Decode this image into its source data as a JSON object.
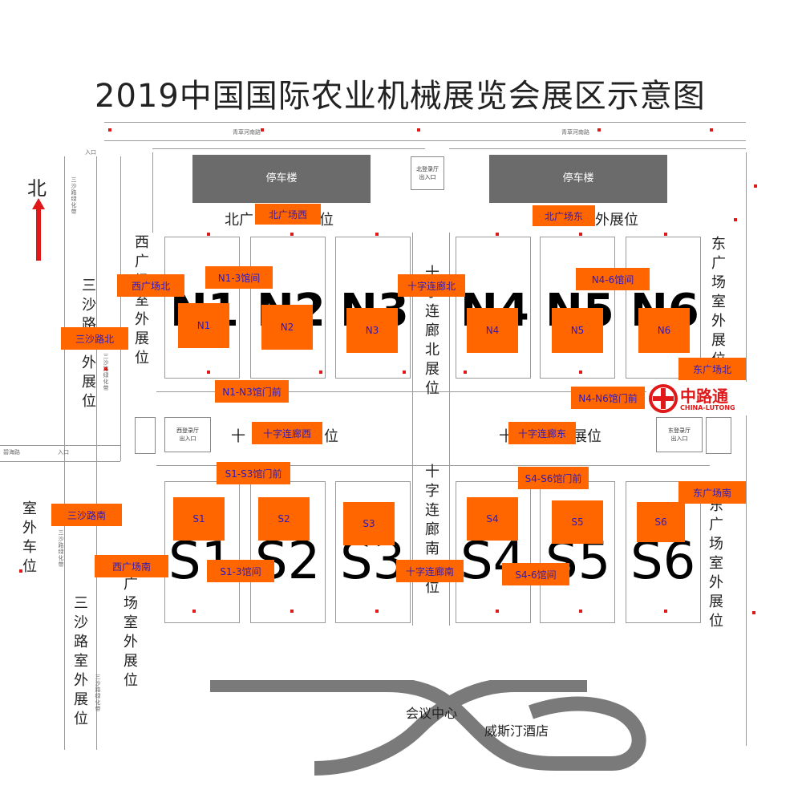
{
  "title": "2019中国国际农业机械展览会展区示意图",
  "compass": {
    "label": "北",
    "arrow_color": "#e01818"
  },
  "roads": {
    "top": "青草河南路",
    "top_right": "青草河南路",
    "left_road": "三沙路绿化带",
    "left_road_lower": "三沙路绿化带",
    "left_road_bottom": "三沙路绿化带",
    "west_road": "碧海路",
    "entrance_top": "入口",
    "entrance_mid": "入口"
  },
  "parking": {
    "left": "停车楼",
    "right": "停车楼"
  },
  "north_gate": {
    "line1": "北登录厅",
    "line2": "出入口"
  },
  "west_gate": {
    "line1": "西登录厅",
    "line2": "出入口"
  },
  "east_gate": {
    "line1": "东登录厅",
    "line2": "出入口"
  },
  "areas": {
    "north_outdoor_left": "北广",
    "north_outdoor_left_tail": "位",
    "north_outdoor_right_tail": "外展位",
    "west_plaza": "西广场室外展位",
    "east_plaza": "东广场室外展位",
    "cross_corridor_north": "十字连廊北展位",
    "cross_corridor_west": "十",
    "cross_corridor_west_tail": "位",
    "cross_corridor_east_tail": "展位",
    "cross_corridor_east_head": "十",
    "cross_corridor_south": "十字连廊南展位",
    "sansha_outdoor": "三沙路室外展位",
    "outdoor_car": "室外车位",
    "sansha_outdoor_lower": "三沙路室外展位",
    "west_plaza_south": "西广场室外展位",
    "east_plaza_south": "东广场室外展位"
  },
  "halls_big": [
    "N1",
    "N2",
    "N3",
    "N4",
    "N5",
    "N6",
    "S1",
    "S2",
    "S3",
    "S4",
    "S5",
    "S6"
  ],
  "orange_labels": {
    "bei_guangchang_xi": "北广场西",
    "bei_guangchang_dong": "北广场东",
    "xi_guangchang_bei": "西广场北",
    "n1_3_guanjian": "N1-3馆间",
    "shizi_lianlang_bei": "十字连廊北",
    "n4_6_guanjian": "N4-6馆间",
    "sansha_lu_bei": "三沙路北",
    "n1": "N1",
    "n2": "N2",
    "n3": "N3",
    "n4": "N4",
    "n5": "N5",
    "n6": "N6",
    "dong_guangchang_bei": "东广场北",
    "n1_n3_guanmenqian": "N1-N3馆门前",
    "n4_n6_guanmenqian": "N4-N6馆门前",
    "shizi_lianlang_xi": "十字连廊西",
    "shizi_lianlang_dong": "十字连廊东",
    "s1_s3_guanmenqian": "S1-S3馆门前",
    "s4_s6_guanmenqian": "S4-S6馆门前",
    "dong_guangchang_nan": "东广场南",
    "sansha_lu_nan": "三沙路南",
    "s1": "S1",
    "s2": "S2",
    "s3": "S3",
    "s4": "S4",
    "s5": "S5",
    "s6": "S6",
    "xi_guangchang_nan": "西广场南",
    "s1_3_guanjian": "S1-3馆间",
    "shizi_lianlang_nan": "十字连廊南",
    "s4_6_guanjian": "S4-6馆间"
  },
  "bottom": {
    "conference": "会议中心",
    "hotel": "威斯汀酒店"
  },
  "logo": {
    "name": "中路通",
    "subtitle": "CHINA-LUTONG",
    "color": "#e01818"
  },
  "colors": {
    "orange": "#ff6600",
    "label_text": "#2e1ab8",
    "parking": "#6b6b6b"
  }
}
